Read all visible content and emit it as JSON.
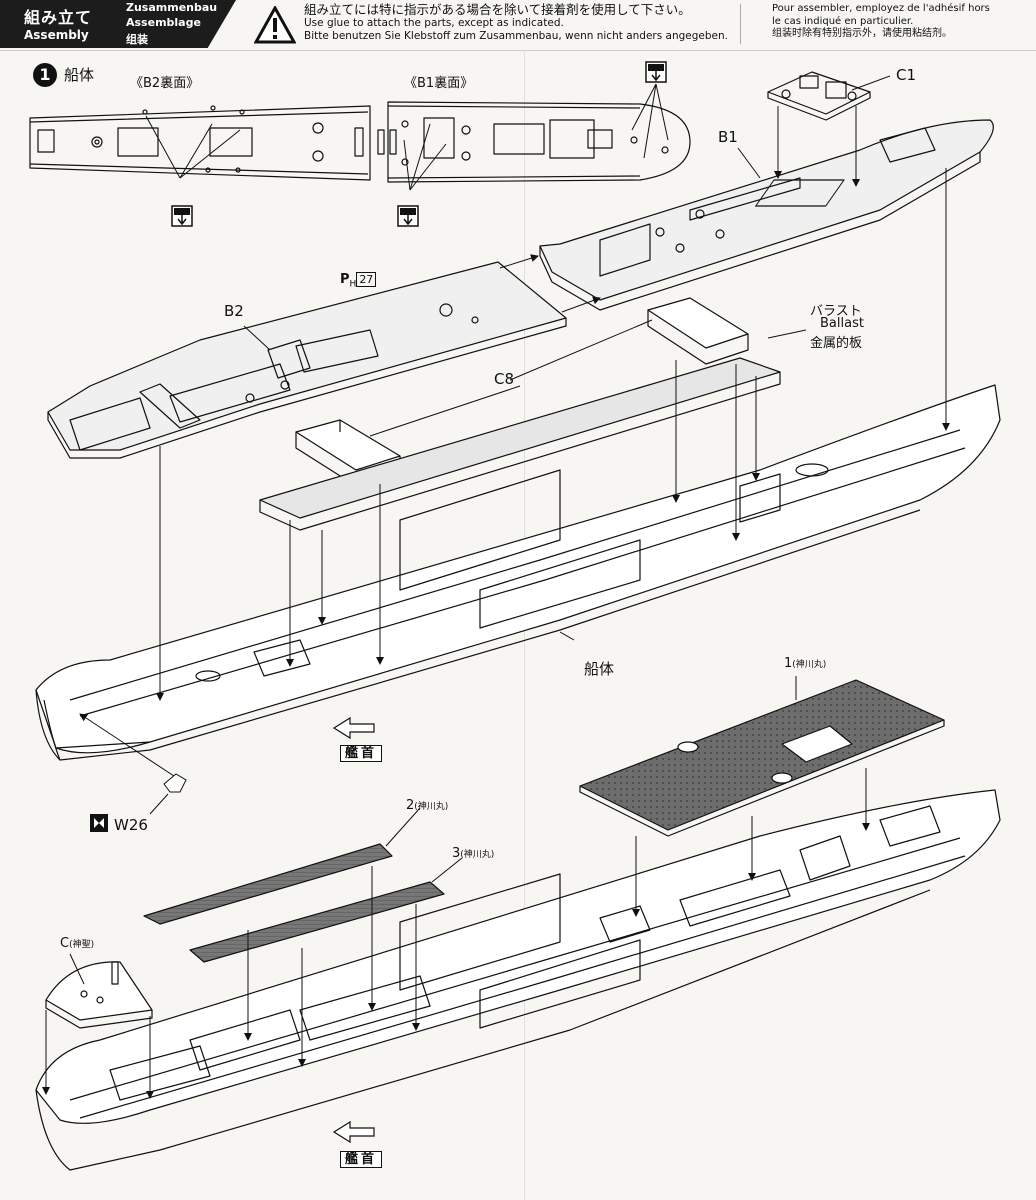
{
  "header": {
    "title_jp": "組み立て",
    "title_en": "Assembly",
    "title_de": "Zusammenbau",
    "title_fr": "Assemblage",
    "title_zh": "组装",
    "warning_jp": "組み立てには特に指示がある場合を除いて接着剤を使用して下さい。",
    "warning_en": "Use glue to attach the parts, except as indicated.",
    "warning_de": "Bitte benutzen Sie Klebstoff zum Zusammenbau, wenn nicht anders angegeben.",
    "right_fr_1": "Pour assembler, employez de l'adhésif hors",
    "right_fr_2": "le cas indiqué en particulier.",
    "right_zh": "组装时除有特别指示外，请使用粘结剂。"
  },
  "step": {
    "number": "1",
    "title": "船体"
  },
  "labels": {
    "b2_reverse": "《B2裏面》",
    "b1_reverse": "《B1裏面》",
    "c1": "C1",
    "b1": "B1",
    "ph27_prefix": "P",
    "ph27_sub": "H",
    "ph27_num": "27",
    "b2": "B2",
    "ballast_jp": "バラスト",
    "ballast_en": "Ballast",
    "ballast_zh": "金属的板",
    "c8": "C8",
    "hull": "船体",
    "bow_1": "艦首",
    "w26": "W26",
    "part_1": "1",
    "part_1_note": "(神川丸)",
    "part_2": "2",
    "part_2_note": "(神川丸)",
    "part_3": "3",
    "part_3_note": "(神川丸)",
    "part_c": "C",
    "part_c_note": "(神聖)",
    "bow_2": "艦首"
  }
}
